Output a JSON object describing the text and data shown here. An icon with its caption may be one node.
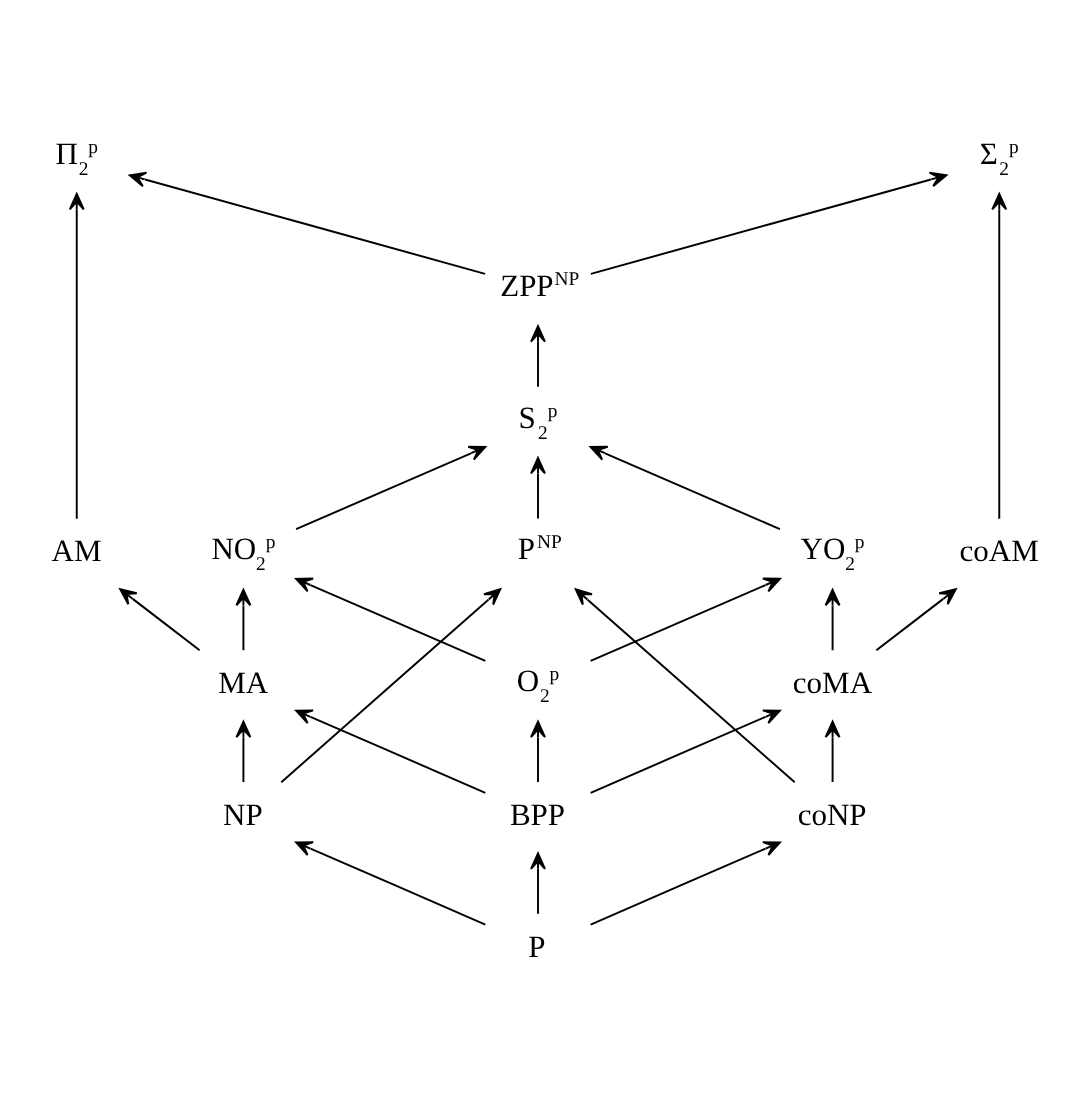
{
  "diagram": {
    "nodes": [
      {
        "text": [
          "Π$_{2}$$^{p}$"
        ]
      },
      {
        "text": [
          "Σ$_{2}$$^{p}$"
        ]
      },
      {
        "text": [
          "ZPP$^{NP}$"
        ]
      },
      {
        "text": [
          "S$_{2}$$^{p}$"
        ]
      },
      {
        "text": [
          "AM"
        ]
      },
      {
        "text": [
          "NO$_{2}$$^{p}$"
        ]
      },
      {
        "text": [
          "P$^{NP}$"
        ]
      },
      {
        "text": [
          "YO$_{2}$$^{p}$"
        ]
      },
      {
        "text": [
          "coAM"
        ]
      },
      {
        "text": [
          "MA"
        ]
      },
      {
        "text": [
          "O$_{2}$$^{p}$"
        ]
      },
      {
        "text": [
          "coMA"
        ]
      },
      {
        "text": [
          "NP"
        ]
      },
      {
        "text": [
          "BPP"
        ]
      },
      {
        "text": [
          "coNP"
        ]
      },
      {
        "text": [
          "P"
        ]
      }
    ],
    "edges": [
      {
        "from": 2,
        "to": 0,
        "arrow": "to"
      },
      {
        "from": 2,
        "to": 1,
        "arrow": "to"
      },
      {
        "from": 3,
        "to": 2,
        "arrow": "to"
      },
      {
        "from": 4,
        "to": 0,
        "arrow": "to"
      },
      {
        "from": 8,
        "to": 1,
        "arrow": "to"
      },
      {
        "from": 5,
        "to": 3,
        "arrow": "to"
      },
      {
        "from": 6,
        "to": 3,
        "arrow": "to"
      },
      {
        "from": 7,
        "to": 3,
        "arrow": "to"
      },
      {
        "from": 9,
        "to": 4,
        "arrow": "to"
      },
      {
        "from": 9,
        "to": 5,
        "arrow": "to"
      },
      {
        "from": 10,
        "to": 5,
        "arrow": "to"
      },
      {
        "from": 10,
        "to": 7,
        "arrow": "to"
      },
      {
        "from": 11,
        "to": 7,
        "arrow": "to"
      },
      {
        "from": 11,
        "to": 8,
        "arrow": "to"
      },
      {
        "from": 12,
        "to": 9,
        "arrow": "to"
      },
      {
        "from": 12,
        "to": 6,
        "arrow": "to"
      },
      {
        "from": 13,
        "to": 9,
        "arrow": "to"
      },
      {
        "from": 13,
        "to": 10,
        "arrow": "to"
      },
      {
        "from": 13,
        "to": 11,
        "arrow": "to"
      },
      {
        "from": 14,
        "to": 6,
        "arrow": "to"
      },
      {
        "from": 14,
        "to": 11,
        "arrow": "to"
      },
      {
        "from": 15,
        "to": 12,
        "arrow": "to"
      },
      {
        "from": 15,
        "to": 13,
        "arrow": "to"
      },
      {
        "from": 15,
        "to": 14,
        "arrow": "to"
      }
    ]
  }
}
